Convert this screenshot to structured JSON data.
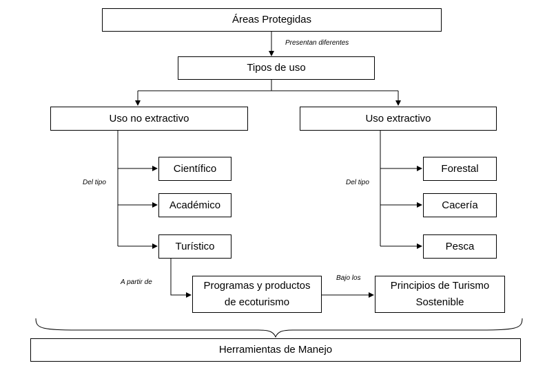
{
  "title": "Áreas Protegidas",
  "link_presentan": "Presentan diferentes",
  "tipos_uso": "Tipos de uso",
  "no_extractivo": {
    "label": "Uso no extractivo",
    "link": "Del tipo",
    "items": [
      "Científico",
      "Académico",
      "Turístico"
    ]
  },
  "extractivo": {
    "label": "Uso extractivo",
    "link": "Del tipo",
    "items": [
      "Forestal",
      "Cacería",
      "Pesca"
    ]
  },
  "link_a_partir": "A partir de",
  "programas": [
    "Programas y productos",
    "de ecoturismo"
  ],
  "link_bajo": "Bajo los",
  "principios": [
    "Principios de Turismo",
    "Sostenible"
  ],
  "herramientas": "Herramientas de Manejo"
}
